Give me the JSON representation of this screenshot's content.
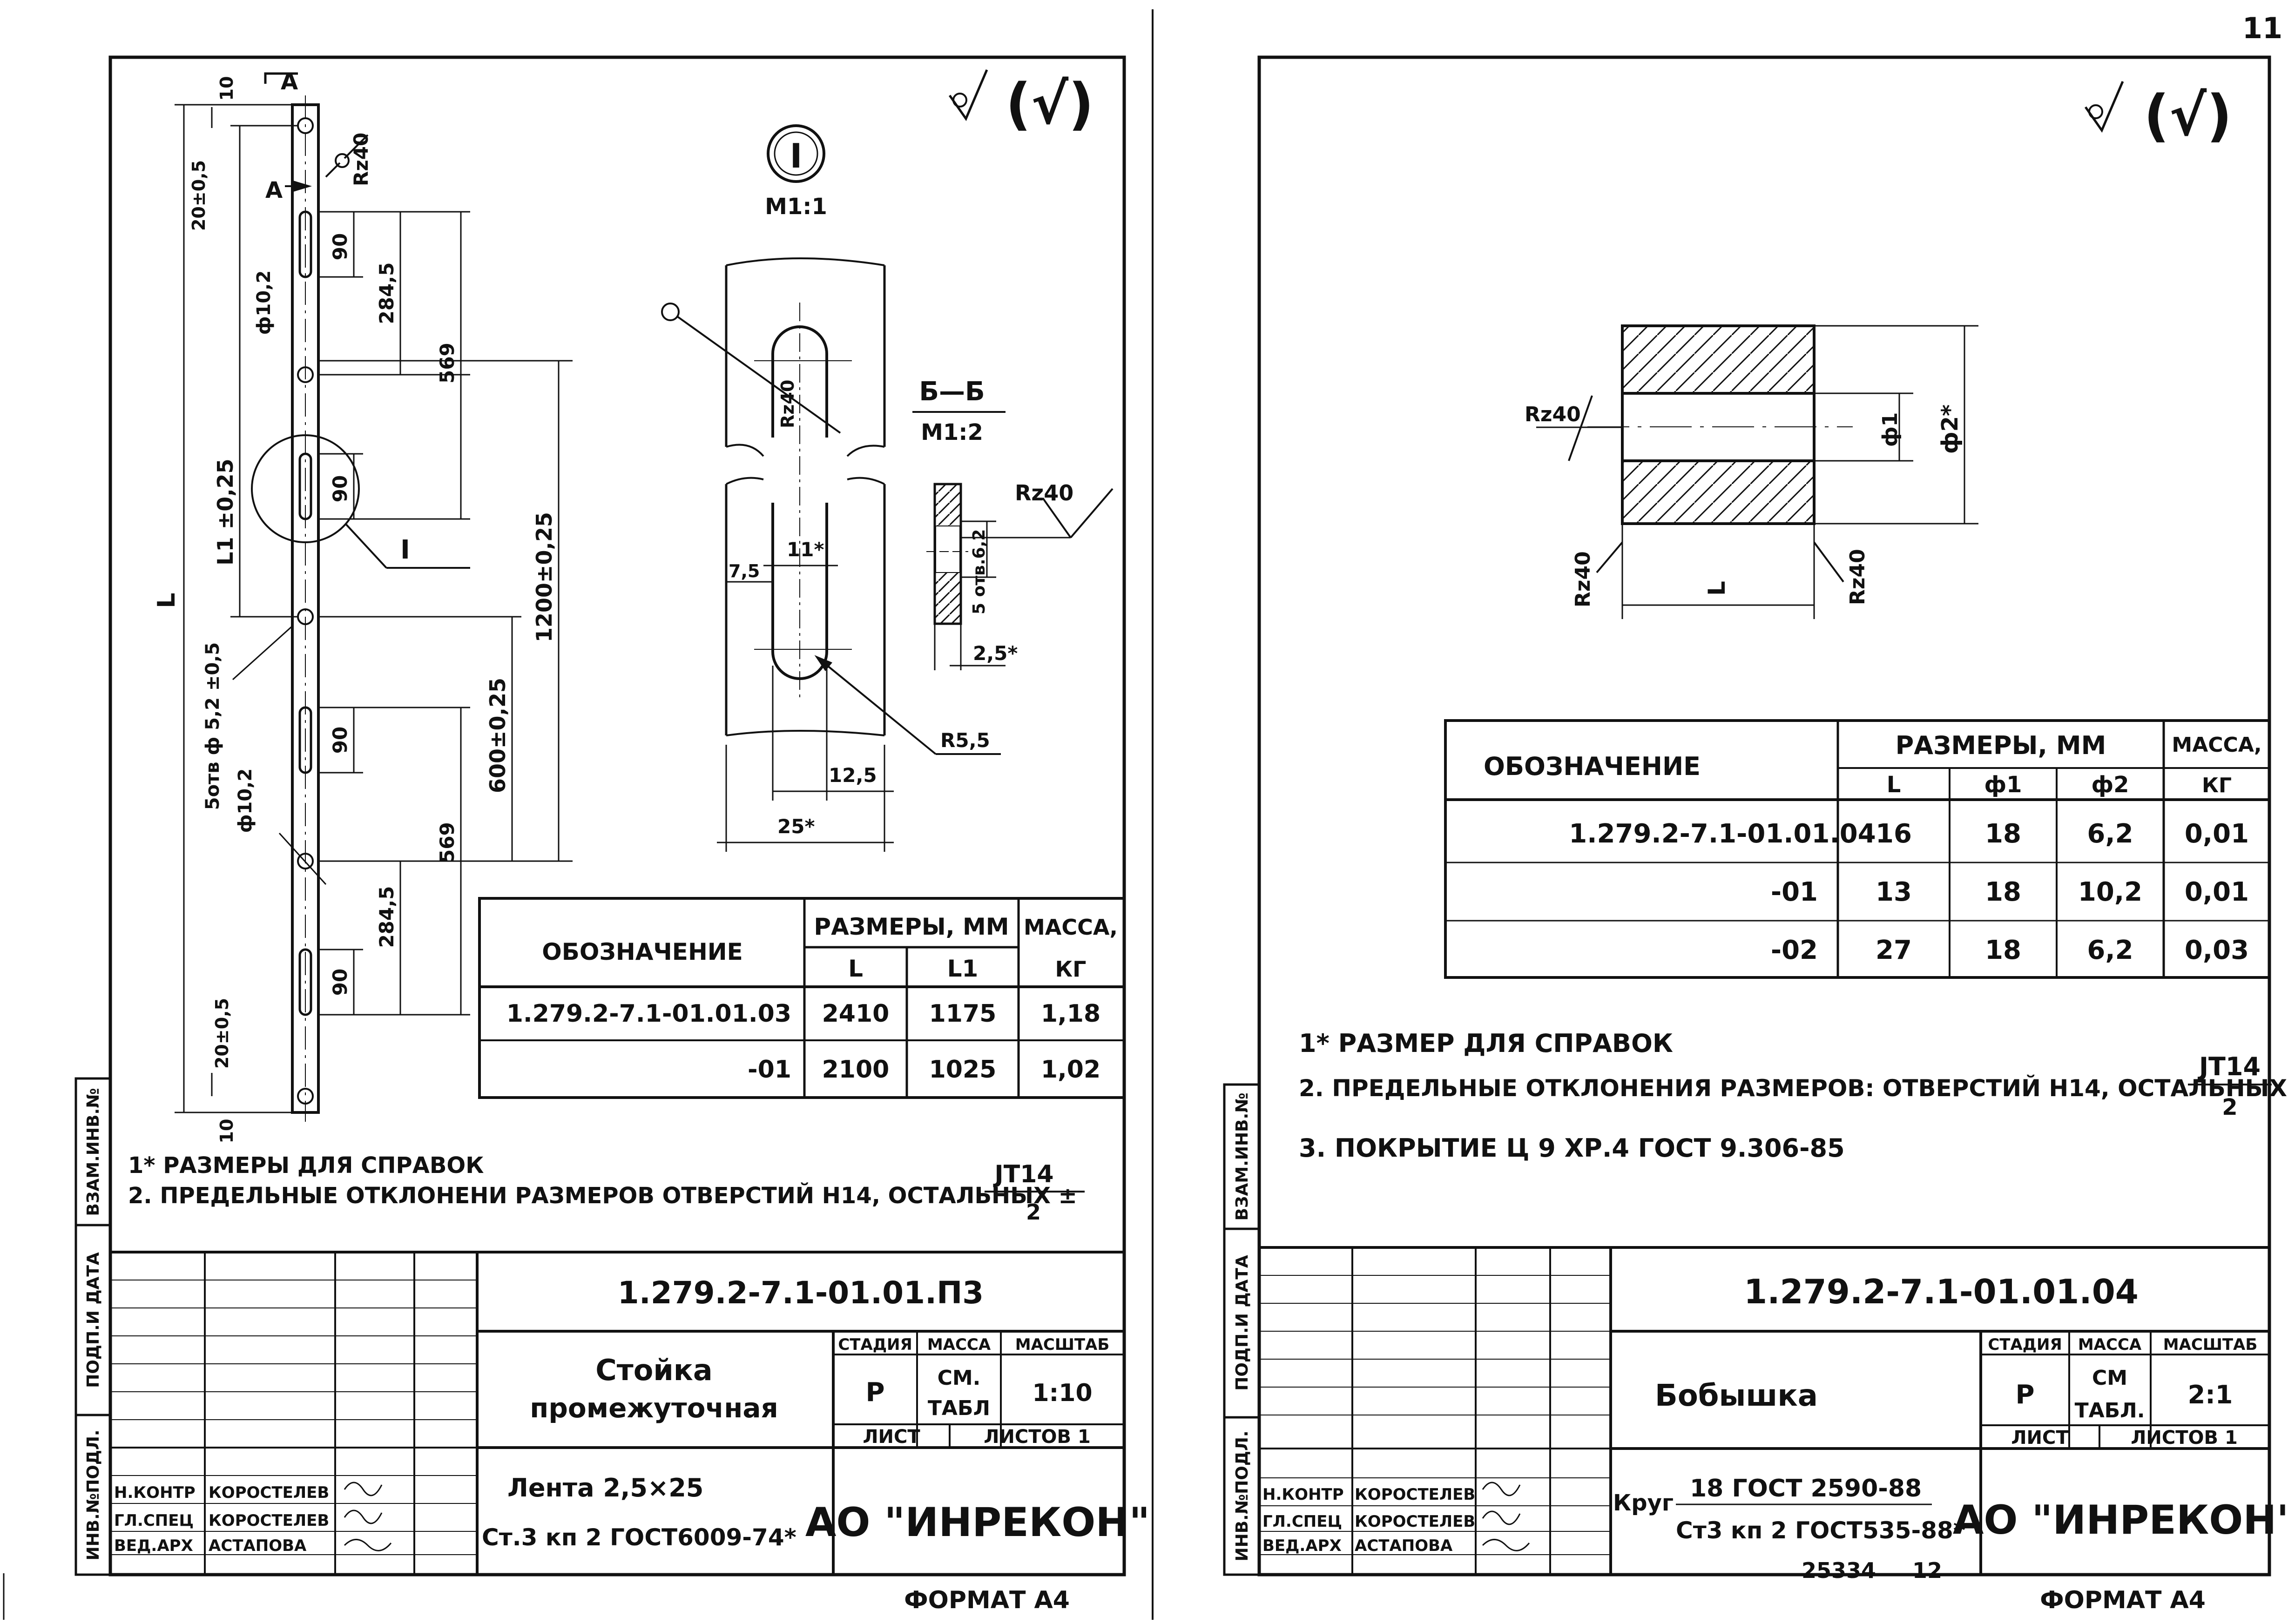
{
  "page_number": "11",
  "archive_number": "25334",
  "archive_suffix": "12",
  "surface_mark": "(√)",
  "left_sheet": {
    "dimensions": {
      "d10_top": "10",
      "d20_top": "20±0,5",
      "view_a": "A",
      "hole_phi_top": "ф10,2",
      "rz_top": "Rz40",
      "d90_a": "90",
      "d284_a": "284,5",
      "d569_a": "569",
      "l1": "L1 ±0,25",
      "L": "L",
      "d90_b": "90",
      "callout": "I",
      "d1200": "1200±0,25",
      "holes": "5отв ф 5,2 ±0,5",
      "d600": "600±0,25",
      "d90_c": "90",
      "hole_phi_bottom": "ф10,2",
      "d569_b": "569",
      "d284_b": "284,5",
      "d90_d": "90",
      "d20_bottom": "20±0,5",
      "d10_bottom": "10"
    },
    "detail": {
      "label": "I",
      "scale": "М1:1",
      "rz": "Rz40",
      "d11": "11*",
      "d7_5": "7,5",
      "r5_5": "R5,5",
      "d12_5": "12,5",
      "d25": "25*",
      "section": "Б—Б",
      "section_scale": "М1:2",
      "section_rz": "Rz40",
      "holes": "5 отв.6,2",
      "d2_5": "2,5*"
    },
    "table": {
      "h_designation": "ОБОЗНАЧЕНИЕ",
      "h_sizes": "РАЗМЕРЫ, ММ",
      "h_mass": "МАССА,",
      "h_mass_unit": "КГ",
      "h_L": "L",
      "h_L1": "L1",
      "rows": [
        {
          "designation": "1.279.2-7.1-01.01.03",
          "L": "2410",
          "L1": "1175",
          "mass": "1,18"
        },
        {
          "designation": "-01",
          "L": "2100",
          "L1": "1025",
          "mass": "1,02"
        }
      ]
    },
    "notes": [
      "1* РАЗМЕРЫ ДЛЯ СПРАВОК",
      "2. ПРЕДЕЛЬНЫЕ ОТКЛОНЕНИ РАЗМЕРОВ ОТВЕРСТИЙ Н14, ОСТАЛЬНЫХ ±"
    ],
    "tol_num": "JT14",
    "tol_den": "2",
    "title_block": {
      "code": "1.279.2-7.1-01.01.П3",
      "name_line1": "Стойка",
      "name_line2": "промежуточная",
      "h_stage": "СТАДИЯ",
      "h_mass": "МАССА",
      "h_scale": "МАСШТАБ",
      "stage": "Р",
      "mass_1": "СМ.",
      "mass_2": "ТАБЛ",
      "scale": "1:10",
      "sheet": "ЛИСТ",
      "sheets": "ЛИСТОВ 1",
      "material_1": "Лента 2,5×25",
      "material_2": "Ст.3 кп 2 ГОСТ6009-74*",
      "company": "АО \"ИНРЕКОН\"",
      "roles": [
        {
          "role": "Н.КОНТР",
          "name": "КОРОСТЕЛЕВ"
        },
        {
          "role": "ГЛ.СПЕЦ",
          "name": "КОРОСТЕЛЕВ"
        },
        {
          "role": "ВЕД.АРХ",
          "name": "АСТАПОВА"
        }
      ]
    },
    "side_labels": [
      "ВЗАМ.ИНВ.№",
      "ПОДП.И ДАТА",
      "ИНВ.№ПОДЛ."
    ],
    "format": "ФОРМАТ А4"
  },
  "right_sheet": {
    "drawing": {
      "rz_left": "Rz40",
      "phi1": "ф1",
      "phi2": "ф2*",
      "rz_bottom_left": "Rz40",
      "L": "L",
      "rz_bottom_right": "Rz40"
    },
    "table": {
      "h_designation": "ОБОЗНАЧЕНИЕ",
      "h_sizes": "РАЗМЕРЫ, ММ",
      "h_mass": "МАССА,",
      "h_mass_unit": "КГ",
      "h_L": "L",
      "h_d1": "ф1",
      "h_d2": "ф2",
      "rows": [
        {
          "designation": "1.279.2-7.1-01.01.04",
          "L": "16",
          "d1": "18",
          "d2": "6,2",
          "mass": "0,01"
        },
        {
          "designation": "-01",
          "L": "13",
          "d1": "18",
          "d2": "10,2",
          "mass": "0,01"
        },
        {
          "designation": "-02",
          "L": "27",
          "d1": "18",
          "d2": "6,2",
          "mass": "0,03"
        }
      ]
    },
    "notes": [
      "1* РАЗМЕР ДЛЯ СПРАВОК",
      "2. ПРЕДЕЛЬНЫЕ ОТКЛОНЕНИЯ РАЗМЕРОВ: ОТВЕРСТИЙ Н14, ОСТАЛЬНЫХ ±",
      "3. ПОКРЫТИЕ Ц 9 ХР.4 ГОСТ 9.306-85"
    ],
    "tol_num": "JT14",
    "tol_den": "2",
    "title_block": {
      "code": "1.279.2-7.1-01.01.04",
      "name": "Бобышка",
      "h_stage": "СТАДИЯ",
      "h_mass": "МАССА",
      "h_scale": "МАСШТАБ",
      "stage": "Р",
      "mass_1": "СМ",
      "mass_2": "ТАБЛ.",
      "scale": "2:1",
      "sheet": "ЛИСТ",
      "sheets": "ЛИСТОВ 1",
      "material_prefix": "Круг",
      "material_1": "18 ГОСТ 2590-88",
      "material_2": "Ст3 кп 2 ГОСТ535-88*",
      "company": "АО \"ИНРЕКОН\"",
      "roles": [
        {
          "role": "Н.КОНТР",
          "name": "КОРОСТЕЛЕВ"
        },
        {
          "role": "ГЛ.СПЕЦ",
          "name": "КОРОСТЕЛЕВ"
        },
        {
          "role": "ВЕД.АРХ",
          "name": "АСТАПОВА"
        }
      ]
    },
    "side_labels": [
      "ВЗАМ.ИНВ.№",
      "ПОДП.И ДАТА",
      "ИНВ.№ПОДЛ."
    ],
    "format": "ФОРМАТ А4"
  }
}
